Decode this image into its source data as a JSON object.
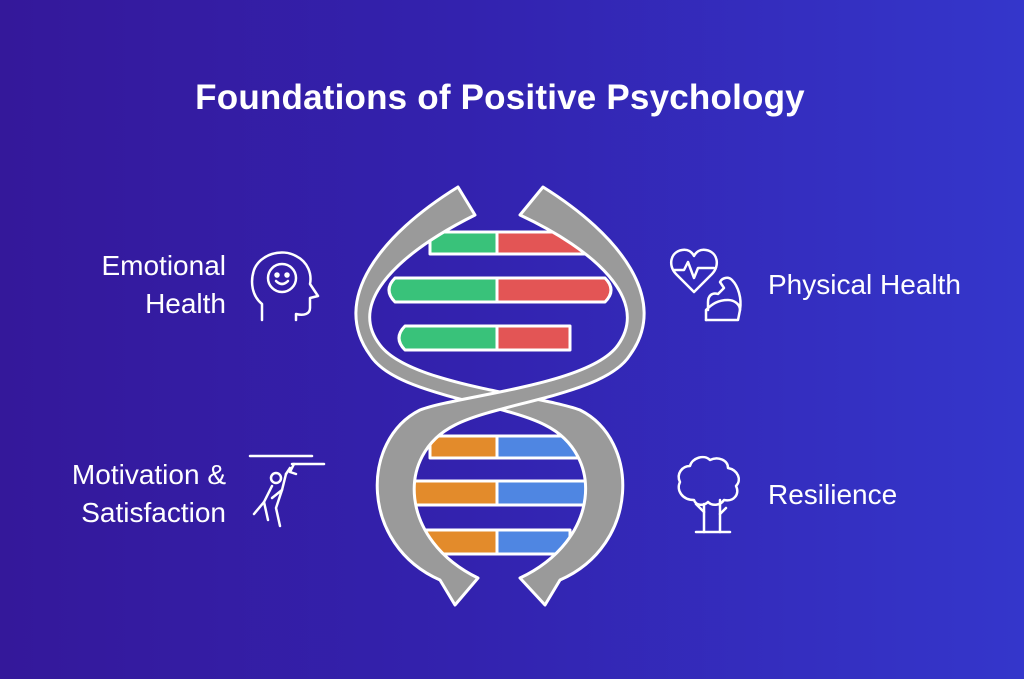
{
  "title": "Foundations of Positive Psychology",
  "sections": {
    "emotional_health": {
      "line1": "Emotional",
      "line2": "Health",
      "icon": "smiling-head-icon"
    },
    "motivation_satisfaction": {
      "line1": "Motivation &",
      "line2": "Satisfaction",
      "icon": "climbing-person-icon"
    },
    "physical_health": {
      "line1": "Physical Health",
      "icon": "heart-and-muscle-icon"
    },
    "resilience": {
      "line1": "Resilience",
      "icon": "tree-icon"
    }
  },
  "colors": {
    "background_left": "#34189a",
    "background_right": "#3436cb",
    "strand": "#9a9a9a",
    "green": "#39c27a",
    "red": "#e35555",
    "orange": "#e38b2b",
    "blue": "#4f86e2"
  }
}
